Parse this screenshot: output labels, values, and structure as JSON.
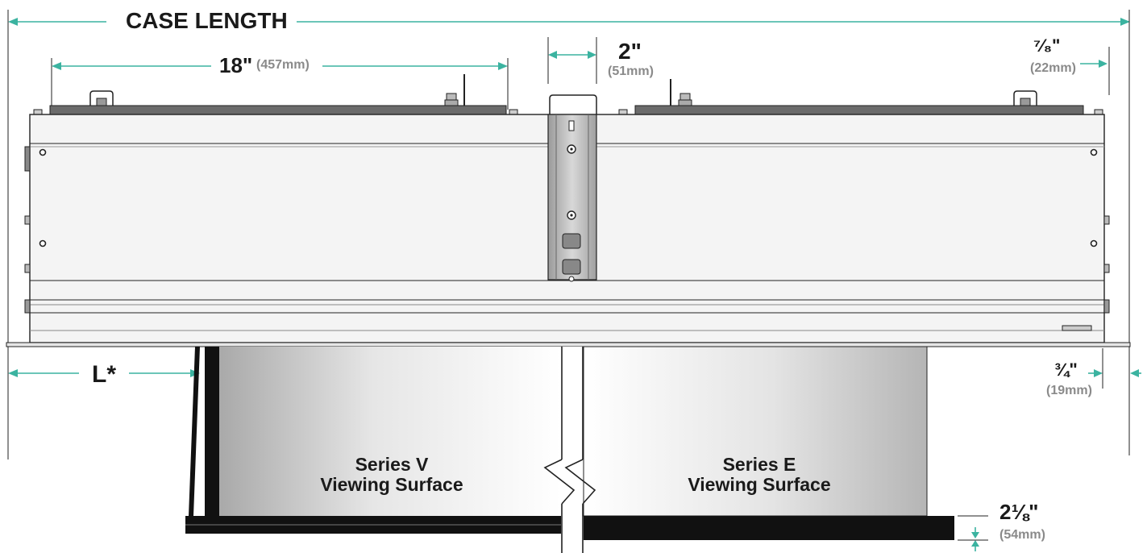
{
  "dimensions": {
    "case_length": "CASE LENGTH",
    "bracket_spacing": {
      "imperial": "18\"",
      "metric": "(457mm)"
    },
    "center_bracket": {
      "imperial": "2\"",
      "metric": "(51mm)"
    },
    "right_offset": {
      "imperial": "⁷⁄₈\"",
      "metric": "(22mm)"
    },
    "left_extension": "L*",
    "right_extension": {
      "imperial": "¾\"",
      "metric": "(19mm)"
    },
    "bottom_border": {
      "imperial": "2⅛\"",
      "metric": "(54mm)"
    }
  },
  "surfaces": {
    "left": {
      "line1": "Series V",
      "line2": "Viewing Surface"
    },
    "right": {
      "line1": "Series E",
      "line2": "Viewing Surface"
    }
  },
  "colors": {
    "dimension_line": "#3bb3a0",
    "label_text": "#1a1a1a",
    "metric_text": "#8a8a8a",
    "mount_plate": "#6b6b6b",
    "case_body": "#f4f4f4",
    "surface_border": "#111111"
  }
}
